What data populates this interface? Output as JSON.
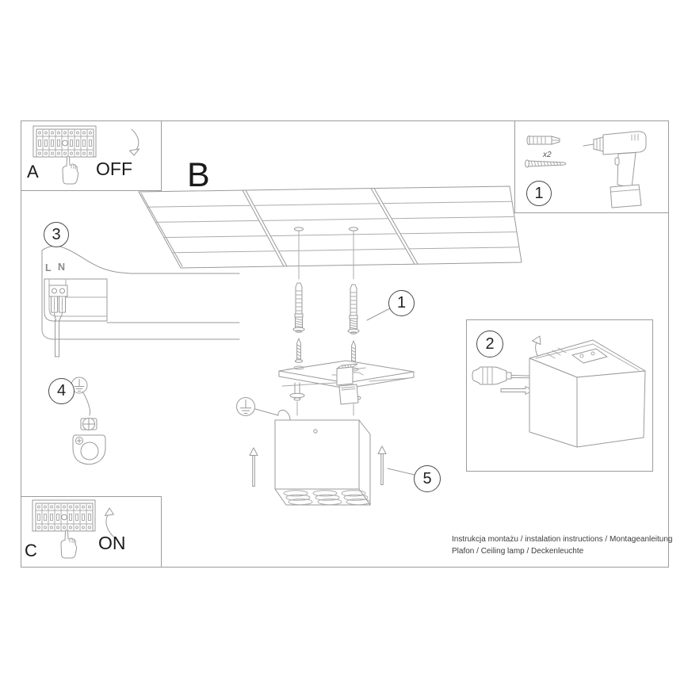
{
  "footer": {
    "line1": "Instrukcja montażu / instalation instructions / Montageanleitung",
    "line2": "Plafon / Ceiling lamp / Deckenleuchte"
  },
  "steps": {
    "a": {
      "label": "A",
      "action": "OFF"
    },
    "b": {
      "label": "B"
    },
    "c": {
      "label": "C",
      "action": "ON"
    },
    "parts": {
      "number": "1"
    },
    "anchors_callout": {
      "number": "1"
    },
    "open_box": {
      "number": "2"
    },
    "mains": {
      "number": "3"
    },
    "ground": {
      "number": "4"
    },
    "mount": {
      "number": "5"
    }
  },
  "labels": {
    "line_wire": "L",
    "neutral_wire": "N",
    "anchor_quantity": "x2"
  },
  "colors": {
    "line": "#9a9a9a",
    "text": "#1a1a1a",
    "background": "#ffffff"
  }
}
